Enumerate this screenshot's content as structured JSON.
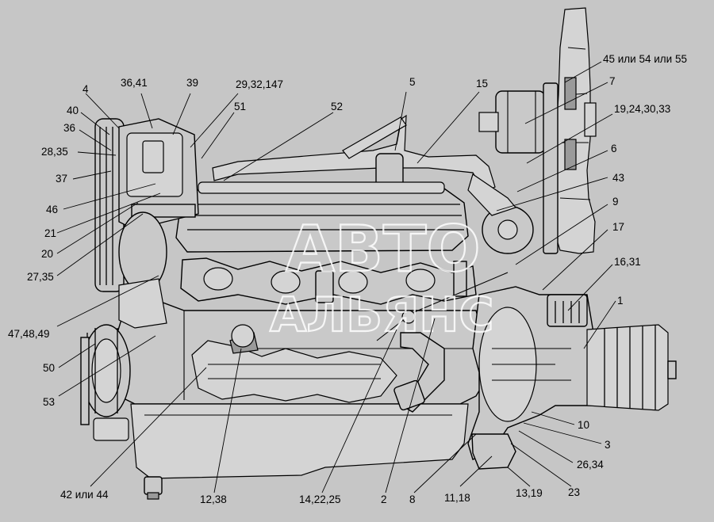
{
  "watermark": {
    "line1": "АВТО",
    "line2": "АЛЬЯНС"
  },
  "callouts": [
    {
      "id": "c4",
      "text": "4"
    },
    {
      "id": "c36_41",
      "text": "36,41"
    },
    {
      "id": "c39",
      "text": "39"
    },
    {
      "id": "c29_32_147",
      "text": "29,32,147"
    },
    {
      "id": "c5",
      "text": "5"
    },
    {
      "id": "c15",
      "text": "15"
    },
    {
      "id": "c45",
      "text": "45 или 54 или 55"
    },
    {
      "id": "c7",
      "text": "7"
    },
    {
      "id": "c40",
      "text": "40"
    },
    {
      "id": "c51",
      "text": "51"
    },
    {
      "id": "c52",
      "text": "52"
    },
    {
      "id": "c36",
      "text": "36"
    },
    {
      "id": "c19_24_30_33",
      "text": "19,24,30,33"
    },
    {
      "id": "c28_35",
      "text": "28,35"
    },
    {
      "id": "c6",
      "text": "6"
    },
    {
      "id": "c37",
      "text": "37"
    },
    {
      "id": "c43",
      "text": "43"
    },
    {
      "id": "c46",
      "text": "46"
    },
    {
      "id": "c9",
      "text": "9"
    },
    {
      "id": "c21",
      "text": "21"
    },
    {
      "id": "c17",
      "text": "17"
    },
    {
      "id": "c20",
      "text": "20"
    },
    {
      "id": "c16_31",
      "text": "16,31"
    },
    {
      "id": "c27_35",
      "text": "27,35"
    },
    {
      "id": "c1",
      "text": "1"
    },
    {
      "id": "c47_48_49",
      "text": "47,48,49"
    },
    {
      "id": "c50",
      "text": "50"
    },
    {
      "id": "c53",
      "text": "53"
    },
    {
      "id": "c10",
      "text": "10"
    },
    {
      "id": "c3",
      "text": "3"
    },
    {
      "id": "c26_34",
      "text": "26,34"
    },
    {
      "id": "c42_44",
      "text": "42 или 44"
    },
    {
      "id": "c12_38",
      "text": "12,38"
    },
    {
      "id": "c14_22_25",
      "text": "14,22,25"
    },
    {
      "id": "c2",
      "text": "2"
    },
    {
      "id": "c8",
      "text": "8"
    },
    {
      "id": "c11_18",
      "text": "11,18"
    },
    {
      "id": "c13_19",
      "text": "13,19"
    },
    {
      "id": "c23",
      "text": "23"
    }
  ]
}
